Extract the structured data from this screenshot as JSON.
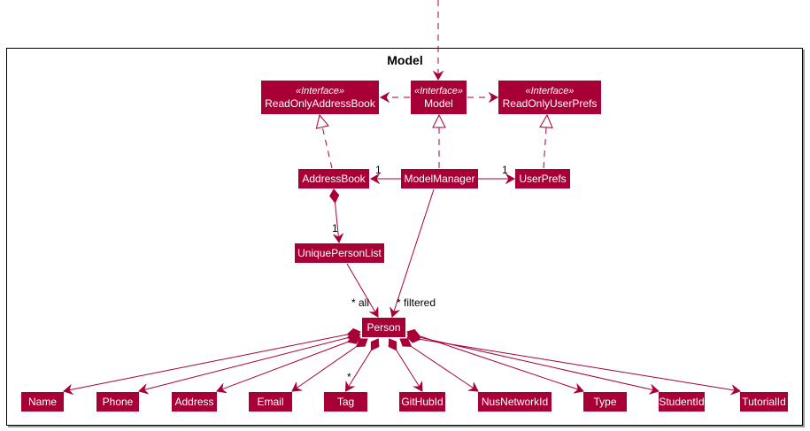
{
  "package": {
    "title": "Model"
  },
  "colors": {
    "class_fill": "#A80036",
    "edge": "#A80036",
    "text_on_class": "#ffffff"
  },
  "classes": {
    "readOnlyAddressBook": {
      "stereotype": "«Interface»",
      "name": "ReadOnlyAddressBook"
    },
    "model": {
      "stereotype": "«Interface»",
      "name": "Model"
    },
    "readOnlyUserPrefs": {
      "stereotype": "«Interface»",
      "name": "ReadOnlyUserPrefs"
    },
    "addressBook": {
      "name": "AddressBook"
    },
    "modelManager": {
      "name": "ModelManager"
    },
    "userPrefs": {
      "name": "UserPrefs"
    },
    "uniquePersonList": {
      "name": "UniquePersonList"
    },
    "person": {
      "name": "Person"
    },
    "attributes": [
      {
        "name": "Name"
      },
      {
        "name": "Phone"
      },
      {
        "name": "Address"
      },
      {
        "name": "Email"
      },
      {
        "name": "Tag"
      },
      {
        "name": "GitHubId"
      },
      {
        "name": "NusNetworkId"
      },
      {
        "name": "Type"
      },
      {
        "name": "StudentId"
      },
      {
        "name": "TutorialId"
      }
    ]
  },
  "labels": {
    "modelManager_addressBook_mult": "1",
    "modelManager_userPrefs_mult": "1",
    "addressBook_uniquePersonList_mult": "1",
    "uniquePersonList_person": "* all",
    "modelManager_person": "* filtered",
    "person_tag_mult": "*"
  },
  "relationships": [
    {
      "from": "external",
      "to": "Model",
      "type": "dependency"
    },
    {
      "from": "Model",
      "to": "ReadOnlyAddressBook",
      "type": "dependency"
    },
    {
      "from": "Model",
      "to": "ReadOnlyUserPrefs",
      "type": "dependency"
    },
    {
      "from": "AddressBook",
      "to": "ReadOnlyAddressBook",
      "type": "realization"
    },
    {
      "from": "ModelManager",
      "to": "Model",
      "type": "realization"
    },
    {
      "from": "UserPrefs",
      "to": "ReadOnlyUserPrefs",
      "type": "realization"
    },
    {
      "from": "ModelManager",
      "to": "AddressBook",
      "type": "association"
    },
    {
      "from": "ModelManager",
      "to": "UserPrefs",
      "type": "association"
    },
    {
      "from": "AddressBook",
      "to": "UniquePersonList",
      "type": "composition"
    },
    {
      "from": "UniquePersonList",
      "to": "Person",
      "type": "association"
    },
    {
      "from": "ModelManager",
      "to": "Person",
      "type": "association"
    },
    {
      "from": "Person",
      "to": "Name",
      "type": "composition"
    },
    {
      "from": "Person",
      "to": "Phone",
      "type": "composition"
    },
    {
      "from": "Person",
      "to": "Address",
      "type": "composition"
    },
    {
      "from": "Person",
      "to": "Email",
      "type": "composition"
    },
    {
      "from": "Person",
      "to": "Tag",
      "type": "composition"
    },
    {
      "from": "Person",
      "to": "GitHubId",
      "type": "composition"
    },
    {
      "from": "Person",
      "to": "NusNetworkId",
      "type": "composition"
    },
    {
      "from": "Person",
      "to": "Type",
      "type": "composition"
    },
    {
      "from": "Person",
      "to": "StudentId",
      "type": "composition"
    },
    {
      "from": "Person",
      "to": "TutorialId",
      "type": "composition"
    }
  ]
}
